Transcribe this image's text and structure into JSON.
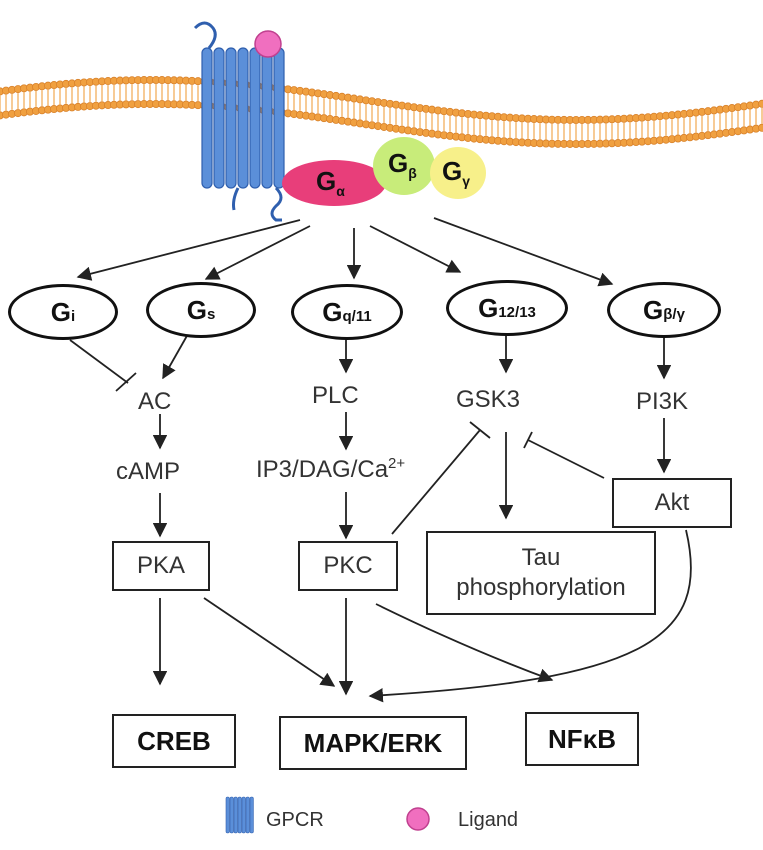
{
  "g_protein": {
    "alpha": {
      "letter": "G",
      "sub": "α"
    },
    "beta": {
      "letter": "G",
      "sub": "β"
    },
    "gamma": {
      "letter": "G",
      "sub": "γ"
    }
  },
  "subtypes": [
    {
      "letter": "G",
      "sub": "i"
    },
    {
      "letter": "G",
      "sub": "s"
    },
    {
      "letter": "G",
      "sub": "q/11"
    },
    {
      "letter": "G",
      "sub": "12/13"
    },
    {
      "letter": "G",
      "sub": "β/γ"
    }
  ],
  "nodes": {
    "ac": "AC",
    "camp": "cAMP",
    "plc": "PLC",
    "ip3_base": "IP3/DAG/Ca",
    "ip3_sup": "2+",
    "gsk3": "GSK3",
    "pi3k": "PI3K",
    "pka": "PKA",
    "pkc": "PKC",
    "akt": "Akt",
    "tau_line1": "Tau",
    "tau_line2": "phosphorylation"
  },
  "outputs": {
    "creb": "CREB",
    "mapk": "MAPK/ERK",
    "nfkb": "NFκB"
  },
  "legend": {
    "gpcr": "GPCR",
    "ligand": "Ligand"
  },
  "colors": {
    "membrane": "#f0a040",
    "membrane_dark": "#d9822b",
    "receptor": "#5b8fd9",
    "receptor_dark": "#2f5fae",
    "ligand": "#f06fbf",
    "g_alpha": "#e83e7a",
    "g_beta": "#c8ec7a",
    "g_gamma": "#f7f08a"
  }
}
